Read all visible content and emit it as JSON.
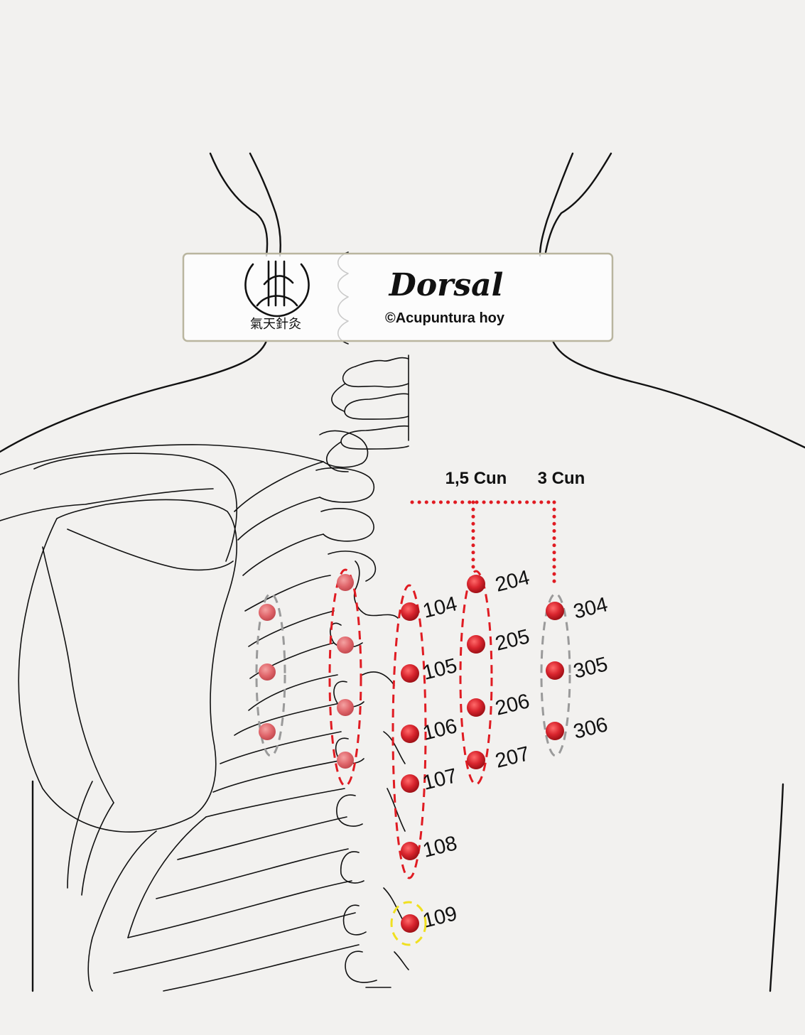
{
  "header": {
    "title": "Dorsal",
    "copyright": "©Acupuntura hoy",
    "logo_caption": "氣天針灸"
  },
  "measures": {
    "cun_1_5": "1,5 Cun",
    "cun_3": "3 Cun"
  },
  "points": [
    {
      "id": "104",
      "label": "104"
    },
    {
      "id": "105",
      "label": "105"
    },
    {
      "id": "106",
      "label": "106"
    },
    {
      "id": "107",
      "label": "107"
    },
    {
      "id": "108",
      "label": "108"
    },
    {
      "id": "109",
      "label": "109"
    },
    {
      "id": "204",
      "label": "204"
    },
    {
      "id": "205",
      "label": "205"
    },
    {
      "id": "206",
      "label": "206"
    },
    {
      "id": "207",
      "label": "207"
    },
    {
      "id": "304",
      "label": "304"
    },
    {
      "id": "305",
      "label": "305"
    },
    {
      "id": "306",
      "label": "306"
    }
  ],
  "colors": {
    "point": "#d9252e",
    "point_mirror": "#e0666b",
    "guide_red": "#e01b22",
    "guide_gray": "#9a9a9a",
    "guide_yellow": "#f0e020",
    "line": "#111111"
  }
}
